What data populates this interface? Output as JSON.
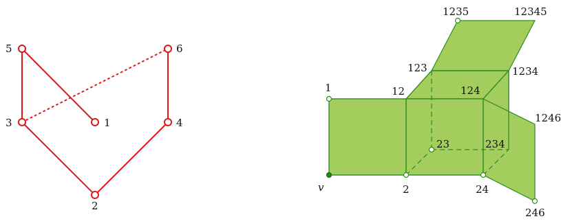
{
  "poset": {
    "labels": {
      "n5": "5",
      "n6": "6",
      "n3": "3",
      "n1": "1",
      "n4": "4",
      "n2": "2"
    },
    "colors": {
      "stroke": "#e0161b"
    }
  },
  "complex": {
    "labels": {
      "v": "v",
      "v1": "1",
      "v2": "2",
      "v12": "12",
      "v24": "24",
      "v123": "123",
      "v124": "124",
      "v1234": "1234",
      "v1235": "1235",
      "v12345": "12345",
      "v1246": "1246",
      "v246": "246",
      "v23": "23",
      "v234": "234"
    },
    "colors": {
      "face": "#a3cd5c",
      "edge": "#2e8b22"
    }
  }
}
